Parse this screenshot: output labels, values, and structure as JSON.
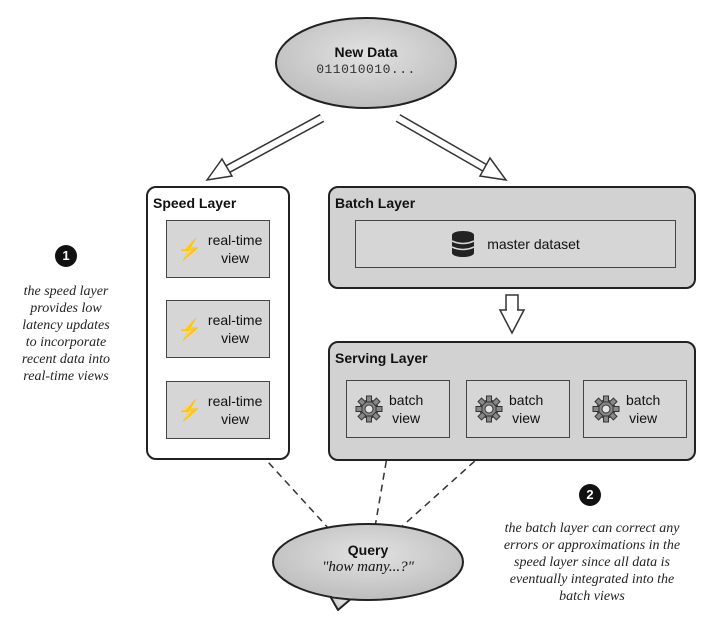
{
  "new_data": {
    "title": "New Data",
    "bits": "011010010..."
  },
  "speed_layer": {
    "title": "Speed Layer",
    "views": [
      {
        "icon": "lightning-icon",
        "label_line1": "real-time",
        "label_line2": "view"
      },
      {
        "icon": "lightning-icon",
        "label_line1": "real-time",
        "label_line2": "view"
      },
      {
        "icon": "lightning-icon",
        "label_line1": "real-time",
        "label_line2": "view"
      }
    ]
  },
  "batch_layer": {
    "title": "Batch Layer",
    "master": {
      "icon": "database-icon",
      "label": "master dataset"
    }
  },
  "serving_layer": {
    "title": "Serving Layer",
    "views": [
      {
        "icon": "gear-icon",
        "label_line1": "batch",
        "label_line2": "view"
      },
      {
        "icon": "gear-icon",
        "label_line1": "batch",
        "label_line2": "view"
      },
      {
        "icon": "gear-icon",
        "label_line1": "batch",
        "label_line2": "view"
      }
    ]
  },
  "query": {
    "title": "Query",
    "text": "\"how many...?\""
  },
  "notes": [
    {
      "number": "1",
      "text": "the speed layer\nprovides low\nlatency updates\nto incorporate\nrecent data into\nreal-time views"
    },
    {
      "number": "2",
      "text": "the batch layer can correct any\nerrors or approximations in the\nspeed layer since all data is\neventually integrated into the\nbatch views"
    }
  ],
  "colors": {
    "box_fill": "#d2d2d2",
    "ellipse_fill": "#c8c8c8",
    "border": "#222222"
  }
}
